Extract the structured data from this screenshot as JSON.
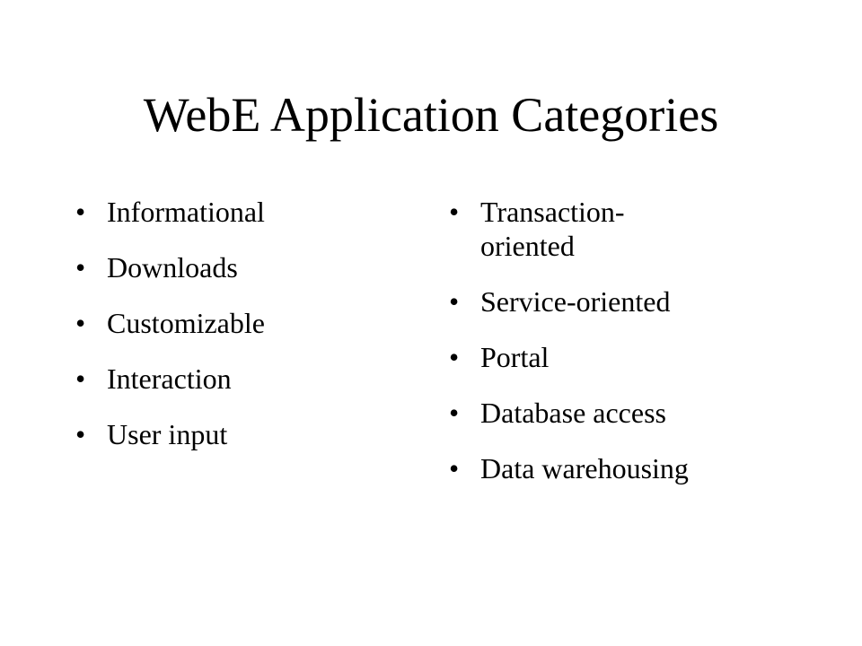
{
  "slide": {
    "title": "WebE Application Categories",
    "left_column": [
      {
        "text": "Informational"
      },
      {
        "text": "Downloads"
      },
      {
        "text": "Customizable"
      },
      {
        "text": "Interaction"
      },
      {
        "text": "User input"
      }
    ],
    "right_column": [
      {
        "text": "Transaction-\noriented"
      },
      {
        "text": "Service-oriented"
      },
      {
        "text": "Portal"
      },
      {
        "text": "Database access"
      },
      {
        "text": "Data warehousing"
      }
    ],
    "bullet_glyph": "•"
  }
}
